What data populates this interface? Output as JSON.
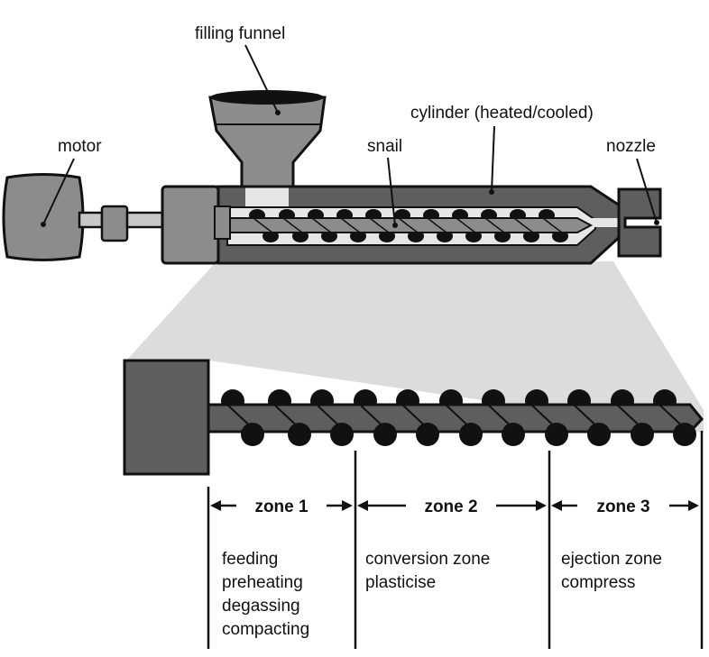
{
  "labels": {
    "filling_funnel": "filling funnel",
    "cylinder": "cylinder (heated/cooled)",
    "motor": "motor",
    "snail": "snail",
    "nozzle": "nozzle"
  },
  "zones": [
    {
      "name": "zone 1",
      "lines": [
        "feeding",
        "preheating",
        "degassing",
        "compacting"
      ]
    },
    {
      "name": "zone 2",
      "lines": [
        "conversion zone",
        "plasticise"
      ]
    },
    {
      "name": "zone 3",
      "lines": [
        "ejection zone",
        "compress"
      ]
    }
  ],
  "colors": {
    "dark_gray": "#5e5e5e",
    "mid_gray": "#8c8c8c",
    "light_gray": "#c8c8c8",
    "cavity": "#e6e6e6",
    "zoom_fan": "#dcdcdc",
    "outline": "#111111"
  }
}
